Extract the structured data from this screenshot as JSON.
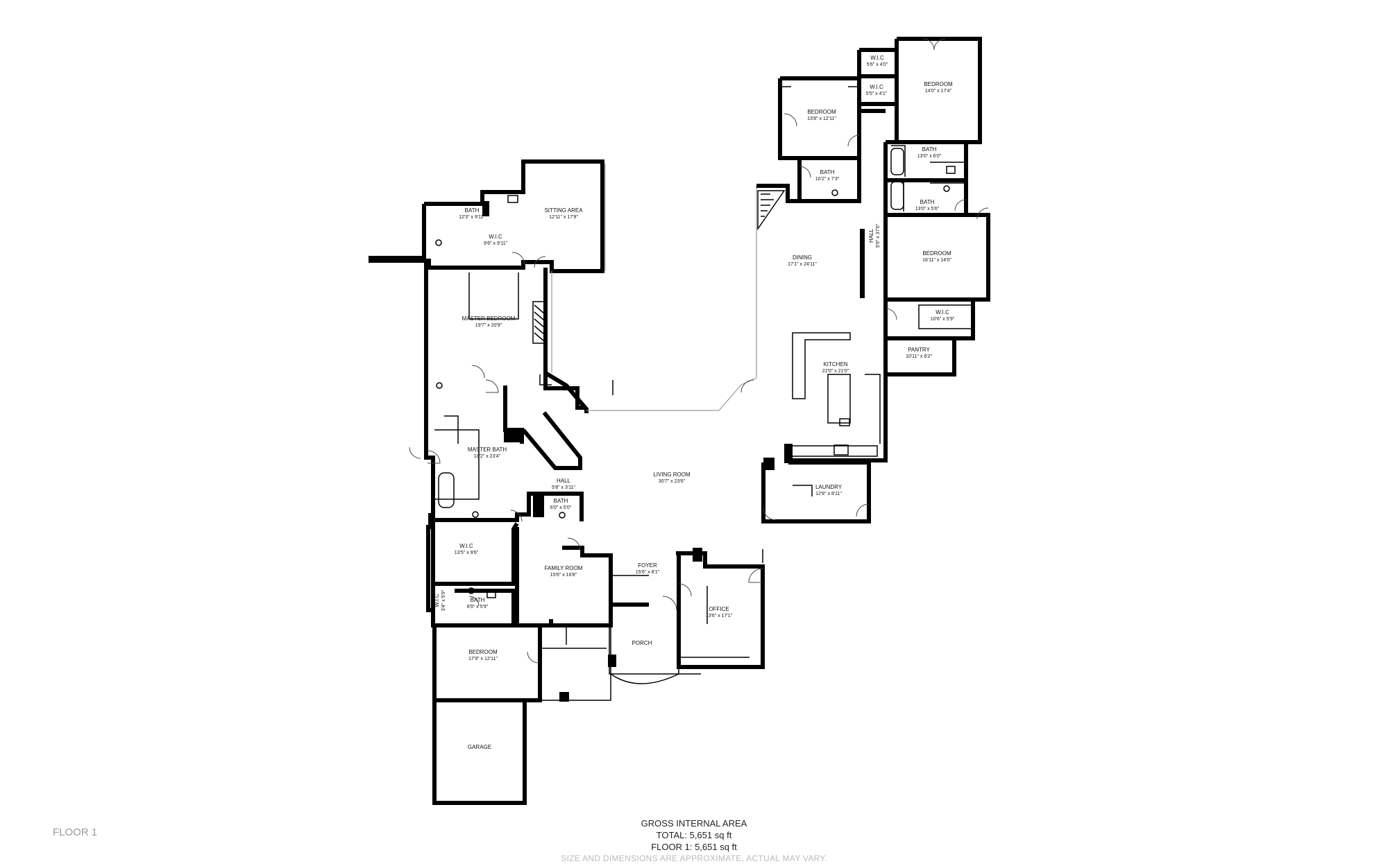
{
  "floor_label": "FLOOR 1",
  "area_summary": {
    "heading": "GROSS INTERNAL AREA",
    "total": "TOTAL: 5,651 sq ft",
    "floor": "FLOOR 1: 5,651 sq ft",
    "disclaimer": "SIZE AND DIMENSIONS ARE APPROXIMATE, ACTUAL MAY VARY."
  },
  "rooms": [
    {
      "id": "bath-master-upper",
      "name": "BATH",
      "dims": "12'3\" x 9'11\""
    },
    {
      "id": "wic-master-upper",
      "name": "W.I.C",
      "dims": "9'6\" x 9'11\""
    },
    {
      "id": "sitting-area",
      "name": "SITTING AREA",
      "dims": "12'11\" x 17'9\""
    },
    {
      "id": "master-bedroom",
      "name": "MASTER BEDROOM",
      "dims": "19'7\" x 20'9\""
    },
    {
      "id": "master-bath",
      "name": "MASTER BATH",
      "dims": "18'2\" x 23'4\""
    },
    {
      "id": "hall-small",
      "name": "HALL",
      "dims": "5'8\" x 3'11\""
    },
    {
      "id": "bath-small",
      "name": "BATH",
      "dims": "6'0\" x 5'0\""
    },
    {
      "id": "living-room",
      "name": "LIVING ROOM",
      "dims": "30'7\" x 23'6\""
    },
    {
      "id": "wic-lower",
      "name": "W.I.C",
      "dims": "13'5\" x 9'6\""
    },
    {
      "id": "family-room",
      "name": "FAMILY ROOM",
      "dims": "15'6\" x 16'8\""
    },
    {
      "id": "wic-tiny",
      "name": "W.I.C",
      "dims": "3'4\" x 5'9\""
    },
    {
      "id": "bath-lower",
      "name": "BATH",
      "dims": "8'9\" x 5'9\""
    },
    {
      "id": "bedroom-sw",
      "name": "BEDROOM",
      "dims": "17'9\" x 12'11\""
    },
    {
      "id": "garage",
      "name": "GARAGE",
      "dims": ""
    },
    {
      "id": "porch",
      "name": "PORCH",
      "dims": ""
    },
    {
      "id": "foyer",
      "name": "FOYER",
      "dims": "15'6\" x 8'1\""
    },
    {
      "id": "office",
      "name": "OFFICE",
      "dims": "13'6\" x 17'1\""
    },
    {
      "id": "laundry",
      "name": "LAUNDRY",
      "dims": "12'8\" x 8'11\""
    },
    {
      "id": "kitchen",
      "name": "KITCHEN",
      "dims": "22'0\" x 21'0\""
    },
    {
      "id": "dining",
      "name": "DINING",
      "dims": "17'1\" x 24'11\""
    },
    {
      "id": "hall-long",
      "name": "HALL",
      "dims": "5'9\" x 37'6\""
    },
    {
      "id": "pantry",
      "name": "PANTRY",
      "dims": "10'11\" x 6'2\""
    },
    {
      "id": "wic-east",
      "name": "W.I.C",
      "dims": "10'6\" x 5'9\""
    },
    {
      "id": "bedroom-east",
      "name": "BEDROOM",
      "dims": "16'11\" x 14'0\""
    },
    {
      "id": "bath-east-lower",
      "name": "BATH",
      "dims": "13'0\" x 5'6\""
    },
    {
      "id": "bath-east-upper",
      "name": "BATH",
      "dims": "13'0\" x 6'0\""
    },
    {
      "id": "bedroom-ne",
      "name": "BEDROOM",
      "dims": "14'0\" x 17'4\""
    },
    {
      "id": "wic-ne-top",
      "name": "W.I.C",
      "dims": "5'6\" x 4'0\""
    },
    {
      "id": "wic-ne-mid",
      "name": "W.I.C",
      "dims": "5'5\" x 4'1\""
    },
    {
      "id": "bedroom-n",
      "name": "BEDROOM",
      "dims": "13'8\" x 12'11\""
    },
    {
      "id": "bath-n",
      "name": "BATH",
      "dims": "10'2\" x 7'3\""
    }
  ]
}
